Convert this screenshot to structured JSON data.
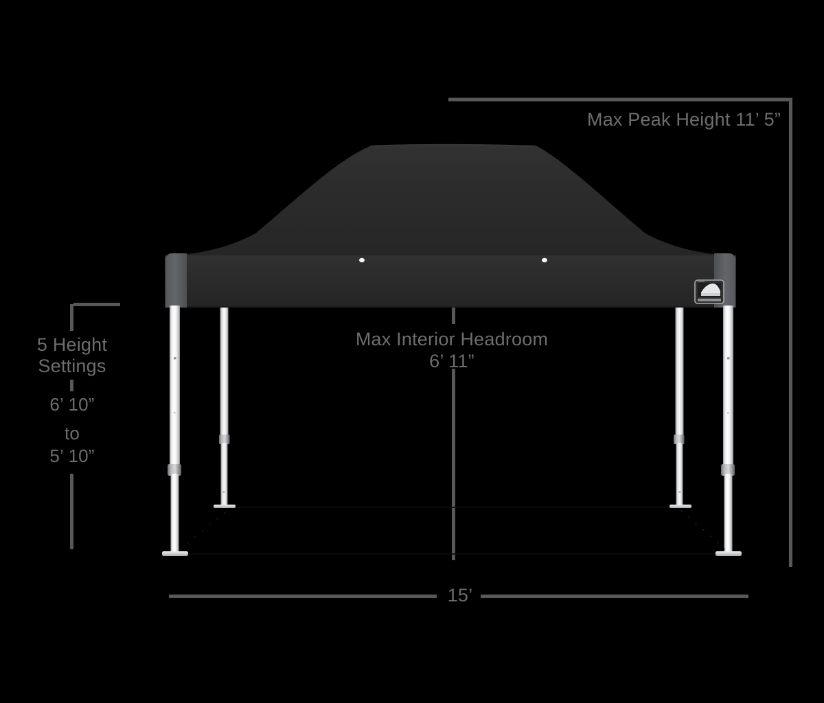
{
  "diagram": {
    "title": "E-Z UP canopy dimension diagram",
    "product_logo": "ez-up-logo",
    "background_color": "#000000",
    "dimension_line_color": "#58585a",
    "dimension_text_color": "#6d6d6f",
    "canopy_color": "#2b2b2b",
    "canopy_corner_color": "#5e6164",
    "leg_color": "#f2f2f2"
  },
  "annotations": {
    "peak_height": {
      "label": "Max Peak Height 11’ 5”"
    },
    "headroom": {
      "label": "Max Interior Headroom",
      "value": "6’ 11”"
    },
    "height_settings": {
      "label": "5 Height\nSettings",
      "label_line_1": "5 Height",
      "label_line_2": "Settings",
      "max": "6’ 10”",
      "separator": "to",
      "min": "5’ 10”"
    },
    "width": {
      "label": "15’"
    }
  },
  "chart_data": {
    "type": "diagram",
    "title": "Canopy Dimensions",
    "measurements": [
      {
        "name": "Max Peak Height",
        "value": "11' 5\"",
        "orientation": "vertical",
        "position": "right"
      },
      {
        "name": "Max Interior Headroom",
        "value": "6' 11\"",
        "orientation": "vertical",
        "position": "center"
      },
      {
        "name": "Height Settings Range",
        "value": "6' 10\" to 5' 10\"",
        "count": 5,
        "orientation": "vertical",
        "position": "left"
      },
      {
        "name": "Width",
        "value": "15'",
        "orientation": "horizontal",
        "position": "bottom"
      }
    ]
  }
}
